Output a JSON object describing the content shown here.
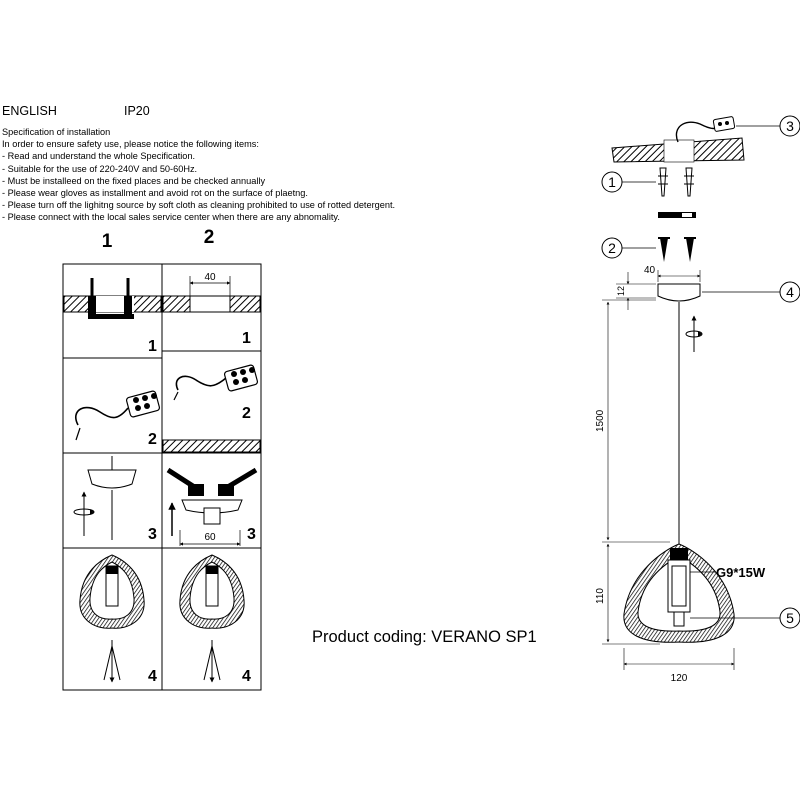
{
  "header": {
    "language": "ENGLISH",
    "protection": "IP20"
  },
  "spec": {
    "title": "Specification of installation",
    "lines": [
      "In order to ensure safety use, please notice the following items:",
      "- Read and understand the whole Specification.",
      "- Suitable for the use of 220-240V and 50-60Hz.",
      "- Must be installeed on the fixed places and be checked annually",
      "- Please wear gloves as installment and avoid rot on the surface of plaetng.",
      "- Please turn off the lighitng source by soft cloth as cleaning prohibited to use of rotted detergent.",
      "- Please connect with the local sales service center when there are any abnomality."
    ]
  },
  "steps": {
    "column_labels": [
      "1",
      "2"
    ],
    "step_numbers": [
      "1",
      "2",
      "3",
      "4"
    ],
    "dim_top": "40",
    "dim_bottom": "60"
  },
  "product": {
    "coding": "Product coding: VERANO SP1"
  },
  "diagram": {
    "callouts": [
      "1",
      "2",
      "3",
      "4",
      "5"
    ],
    "dims": {
      "canopy_width": "40",
      "canopy_height": "12",
      "cable_length": "1500",
      "shade_height": "110",
      "shade_width": "120"
    },
    "bulb_spec": "G9*15W"
  }
}
